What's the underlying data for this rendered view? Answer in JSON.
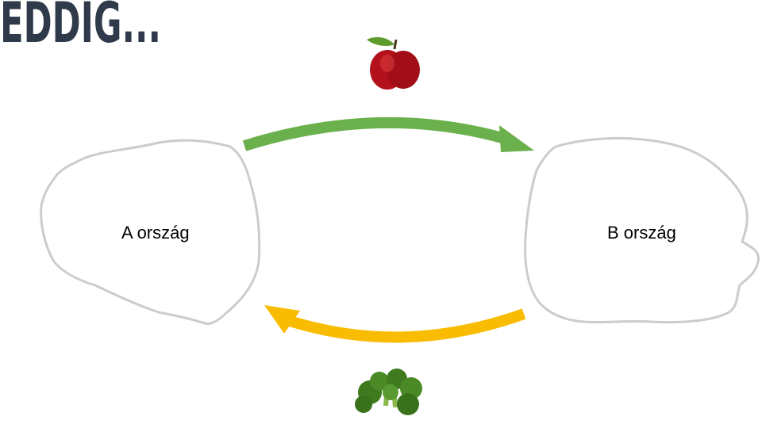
{
  "title": "EDDIG...",
  "country_a": {
    "label": "A ország"
  },
  "country_b": {
    "label": "B ország"
  },
  "colors": {
    "title": "#2f3a4a",
    "outline": "#cccccc",
    "export_arrow": "#6ab04c",
    "import_arrow": "#f9bc00",
    "apple": "#b3111c",
    "broccoli": "#3f7a1f"
  },
  "icons": {
    "top_good": "apple-icon",
    "bottom_good": "broccoli-icon"
  }
}
